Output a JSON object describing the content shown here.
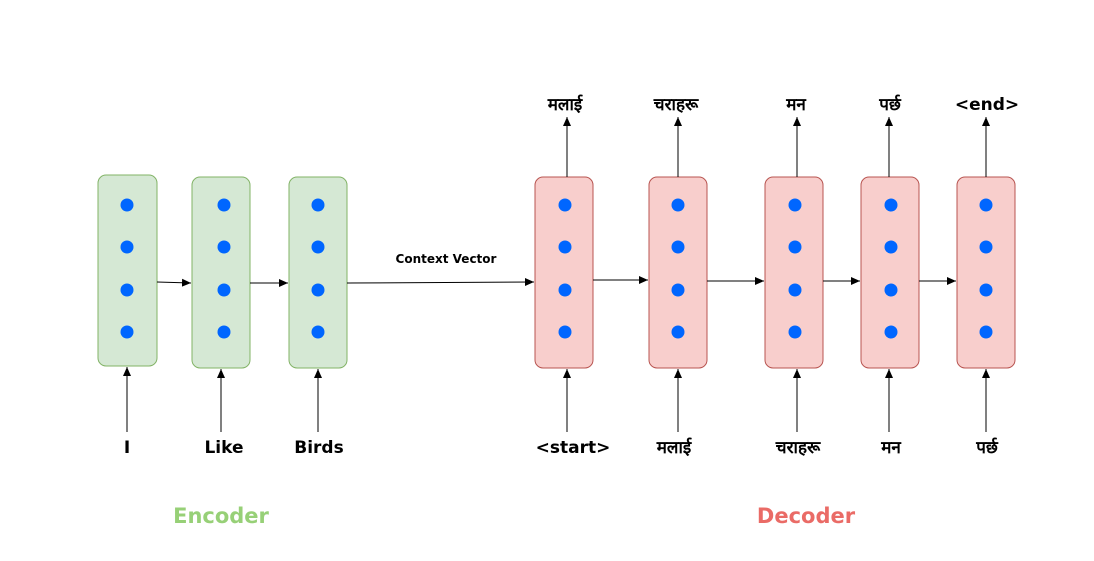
{
  "encoder": {
    "label": "Encoder",
    "color": "#97d077",
    "inputs": [
      "I",
      "Like",
      "Birds"
    ]
  },
  "context_label": "Context Vector",
  "decoder": {
    "label": "Decoder",
    "color": "#ea6b66",
    "inputs": [
      "<start>",
      "मलाई",
      "चराहरू",
      "मन",
      "पर्छ"
    ],
    "outputs": [
      "मलाई",
      "चराहरू",
      "मन",
      "पर्छ",
      "<end>"
    ]
  }
}
